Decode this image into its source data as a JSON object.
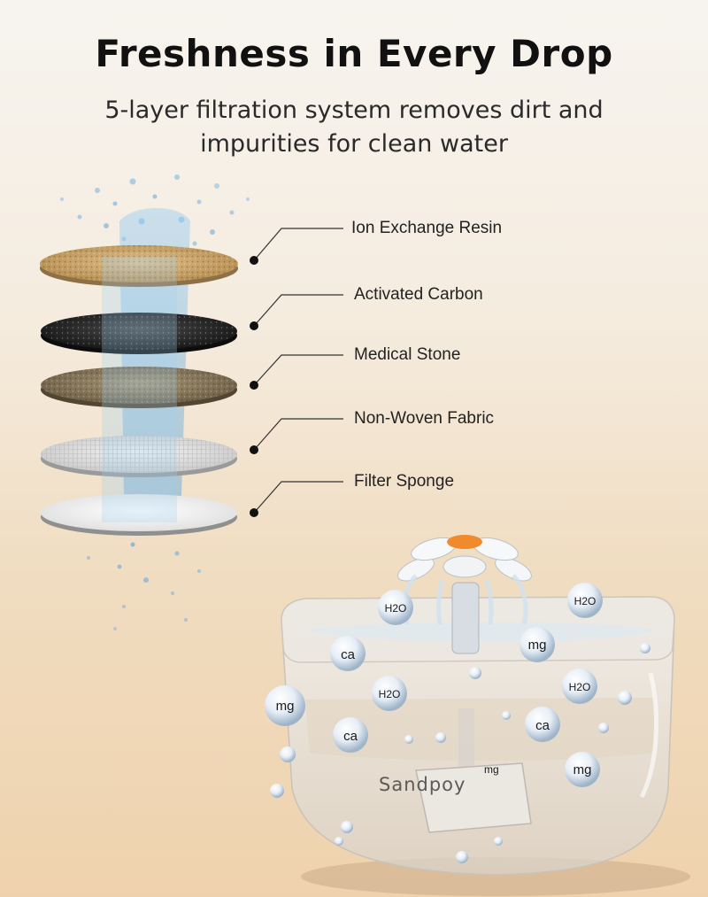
{
  "header": {
    "title": "Freshness in Every Drop",
    "subtitle_line1": "5-layer filtration system removes dirt and",
    "subtitle_line2": "impurities for clean water"
  },
  "filter_layers": [
    {
      "label": "Ion Exchange Resin",
      "color": "#c9a56a"
    },
    {
      "label": "Activated Carbon",
      "color": "#2b2b2b"
    },
    {
      "label": "Medical Stone",
      "color": "#8a7a5f"
    },
    {
      "label": "Non-Woven Fabric",
      "color": "#d9d9d9"
    },
    {
      "label": "Filter Sponge",
      "color": "#ececec"
    }
  ],
  "minerals": {
    "h2o": "H2O",
    "ca": "ca",
    "mg": "mg"
  },
  "product": {
    "brand": "Sandpoy",
    "pump_mark": "mg",
    "flower_center_color": "#f08a2c"
  },
  "colors": {
    "title": "#111111",
    "text": "#222222",
    "water": "#7fb6e0"
  }
}
